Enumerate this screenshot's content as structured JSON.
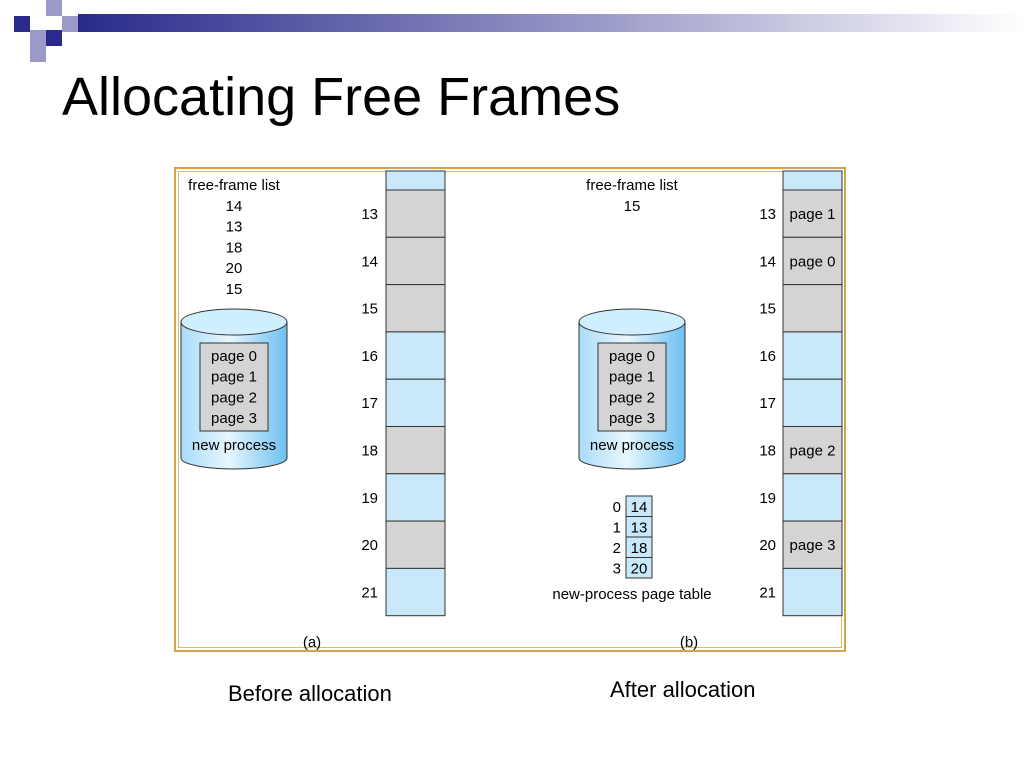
{
  "title": "Allocating Free Frames",
  "captions": {
    "before": "Before allocation",
    "after": "After allocation"
  },
  "colors": {
    "accent": "#2a2a8c",
    "frame_border": "#d6a24a",
    "free_frame": "#c9e9fb",
    "used_frame": "#d4d4d4",
    "cylinder": "#8fd0f5"
  },
  "before": {
    "label": "(a)",
    "free_list_title": "free-frame list",
    "free_list": [
      "14",
      "13",
      "18",
      "20",
      "15"
    ],
    "process": {
      "pages": [
        "page 0",
        "page 1",
        "page 2",
        "page 3"
      ],
      "label": "new process"
    },
    "frames": [
      {
        "num": "13",
        "status": "used",
        "label": ""
      },
      {
        "num": "14",
        "status": "used",
        "label": ""
      },
      {
        "num": "15",
        "status": "used",
        "label": ""
      },
      {
        "num": "16",
        "status": "free",
        "label": ""
      },
      {
        "num": "17",
        "status": "free",
        "label": ""
      },
      {
        "num": "18",
        "status": "used",
        "label": ""
      },
      {
        "num": "19",
        "status": "free",
        "label": ""
      },
      {
        "num": "20",
        "status": "used",
        "label": ""
      },
      {
        "num": "21",
        "status": "free",
        "label": ""
      }
    ]
  },
  "after": {
    "label": "(b)",
    "free_list_title": "free-frame list",
    "free_list": [
      "15"
    ],
    "process": {
      "pages": [
        "page 0",
        "page 1",
        "page 2",
        "page 3"
      ],
      "label": "new process"
    },
    "page_table": {
      "rows": [
        {
          "page": "0",
          "frame": "14"
        },
        {
          "page": "1",
          "frame": "13"
        },
        {
          "page": "2",
          "frame": "18"
        },
        {
          "page": "3",
          "frame": "20"
        }
      ],
      "label": "new-process page table"
    },
    "frames": [
      {
        "num": "13",
        "status": "used",
        "label": "page 1"
      },
      {
        "num": "14",
        "status": "used",
        "label": "page 0"
      },
      {
        "num": "15",
        "status": "used",
        "label": ""
      },
      {
        "num": "16",
        "status": "free",
        "label": ""
      },
      {
        "num": "17",
        "status": "free",
        "label": ""
      },
      {
        "num": "18",
        "status": "used",
        "label": "page 2"
      },
      {
        "num": "19",
        "status": "free",
        "label": ""
      },
      {
        "num": "20",
        "status": "used",
        "label": "page 3"
      },
      {
        "num": "21",
        "status": "free",
        "label": ""
      }
    ]
  }
}
